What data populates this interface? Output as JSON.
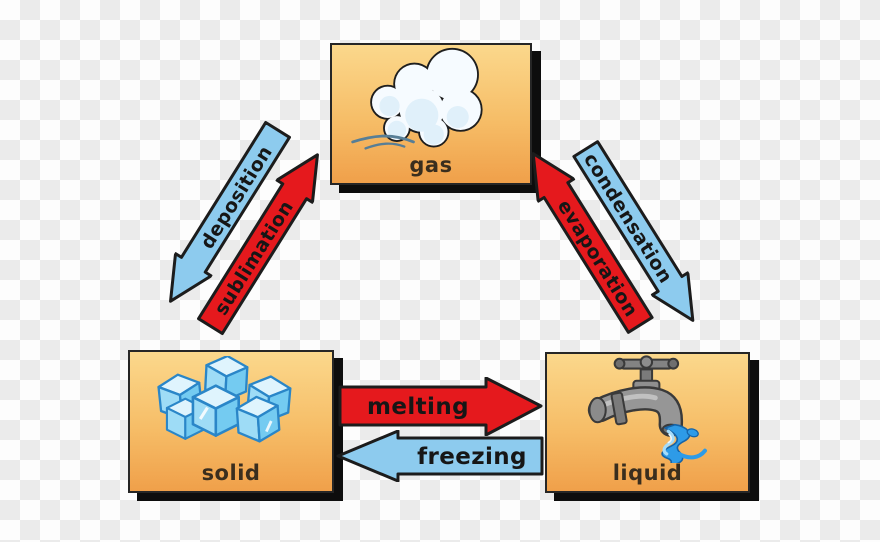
{
  "diagram": {
    "title": "states of matter cycle",
    "states": {
      "gas": {
        "label": "gas",
        "icon": "cloud-icon"
      },
      "solid": {
        "label": "solid",
        "icon": "ice-cubes-icon"
      },
      "liquid": {
        "label": "liquid",
        "icon": "faucet-icon"
      }
    },
    "transitions": {
      "deposition": {
        "label": "deposition",
        "from": "gas",
        "to": "solid",
        "arrow_color": "#8dcbee"
      },
      "sublimation": {
        "label": "sublimation",
        "from": "solid",
        "to": "gas",
        "arrow_color": "#e5191d"
      },
      "condensation": {
        "label": "condensation",
        "from": "gas",
        "to": "liquid",
        "arrow_color": "#8dcbee"
      },
      "evaporation": {
        "label": "evaporation",
        "from": "liquid",
        "to": "gas",
        "arrow_color": "#e5191d"
      },
      "melting": {
        "label": "melting",
        "from": "solid",
        "to": "liquid",
        "arrow_color": "#e5191d"
      },
      "freezing": {
        "label": "freezing",
        "from": "liquid",
        "to": "solid",
        "arrow_color": "#8dcbee"
      }
    },
    "palette": {
      "box_gradient_top": "#fbd88c",
      "box_gradient_bottom": "#f0a04a",
      "box_shadow": "#0d0d0d",
      "outline": "#1c1c1c",
      "checker_light": "#fdfdfd",
      "checker_dark": "#ebebeb",
      "label_color": "#3a2e1e",
      "arrow_text_color": "#161616",
      "water_blue": "#2e9be7",
      "faucet_gray": "#969696"
    }
  }
}
